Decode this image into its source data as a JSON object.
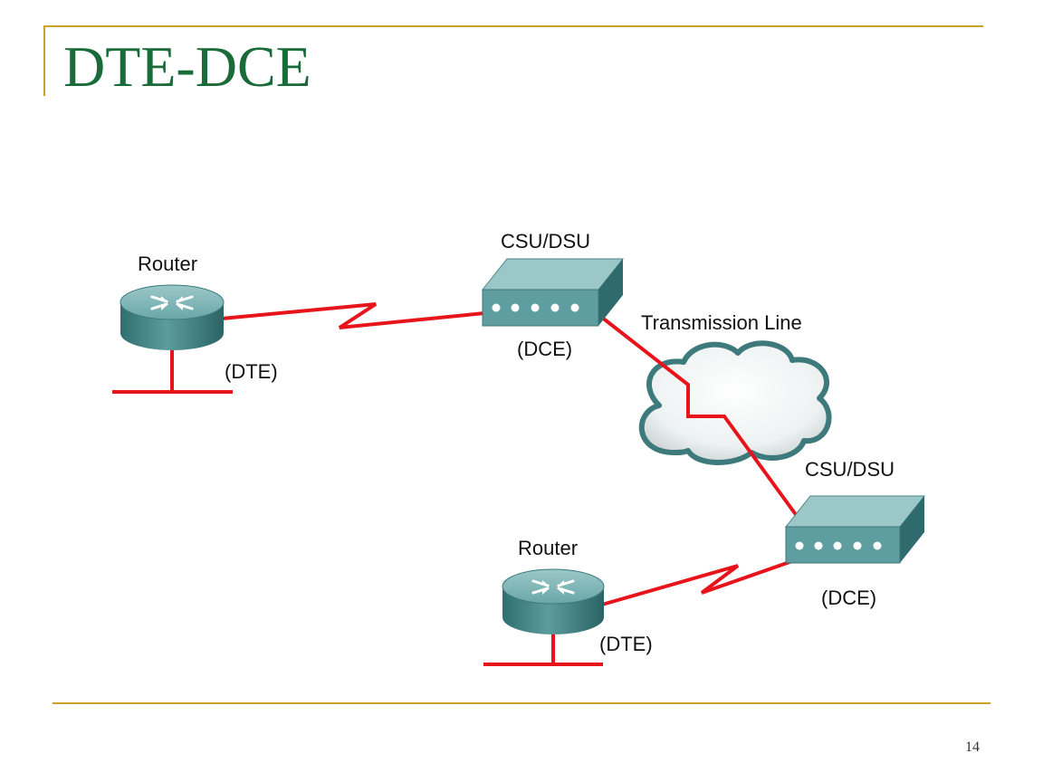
{
  "slide": {
    "title": "DTE-DCE",
    "page_number": "14"
  },
  "diagram": {
    "router_top": {
      "label": "Router",
      "role": "(DTE)",
      "icon": "router-icon"
    },
    "csu_dsu_top": {
      "label": "CSU/DSU",
      "role": "(DCE)",
      "icon": "csu-dsu-icon"
    },
    "cloud": {
      "label": "Transmission Line",
      "icon": "cloud-icon"
    },
    "csu_dsu_bottom": {
      "label": "CSU/DSU",
      "role": "(DCE)",
      "icon": "csu-dsu-icon"
    },
    "router_bottom": {
      "label": "Router",
      "role": "(DTE)",
      "icon": "router-icon"
    }
  },
  "colors": {
    "title": "#1a6b3a",
    "rule": "#c9a227",
    "link": "#e8141b",
    "device": "#5f9ea0"
  }
}
